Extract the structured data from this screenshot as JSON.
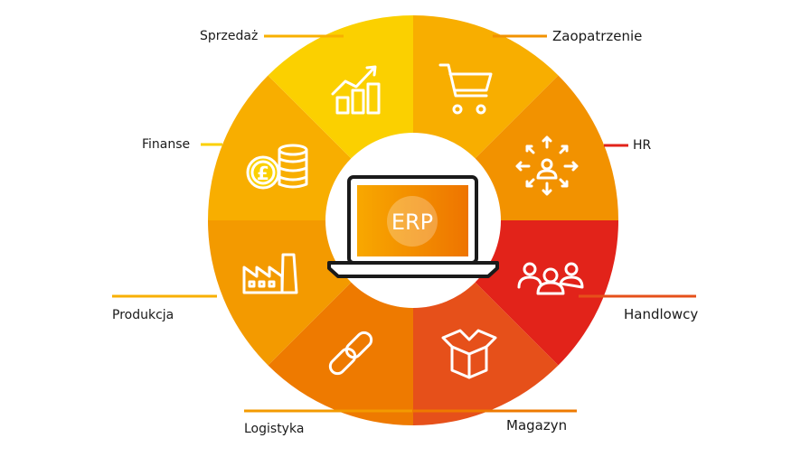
{
  "center": {
    "label": "ERP"
  },
  "sectors": [
    {
      "key": "sprzedaz",
      "label": "Sprzedaż",
      "icon": "growth-chart-icon",
      "color": "#F8AE00"
    },
    {
      "key": "zaopatrzenie",
      "label": "Zaopatrzenie",
      "icon": "shopping-cart-icon",
      "color": "#F29200"
    },
    {
      "key": "hr",
      "label": "HR",
      "icon": "person-network-icon",
      "color": "#E2231A"
    },
    {
      "key": "handlowcy",
      "label": "Handlowcy",
      "icon": "group-people-icon",
      "color": "#E6501A"
    },
    {
      "key": "magazyn",
      "label": "Magazyn",
      "icon": "open-box-icon",
      "color": "#EE7A00"
    },
    {
      "key": "logistyka",
      "label": "Logistyka",
      "icon": "chain-link-icon",
      "color": "#F39A00"
    },
    {
      "key": "produkcja",
      "label": "Produkcja",
      "icon": "factory-icon",
      "color": "#F8AE00"
    },
    {
      "key": "finanse",
      "label": "Finanse",
      "icon": "pound-coins-icon",
      "color": "#FBD000"
    }
  ],
  "colors": {
    "line_sprzedaz": "#F8B000",
    "line_zaopatrzenie": "#F29200",
    "line_hr": "#E2231A",
    "line_handlowcy": "#E6501A",
    "line_magazyn": "#EE7A00",
    "line_logistyka": "#F39A00",
    "line_produkcja": "#F8B000",
    "line_finanse": "#FBD000",
    "laptop_frame": "#1a1a1a",
    "screen_start": "#F8A800",
    "screen_end": "#EE7400"
  }
}
